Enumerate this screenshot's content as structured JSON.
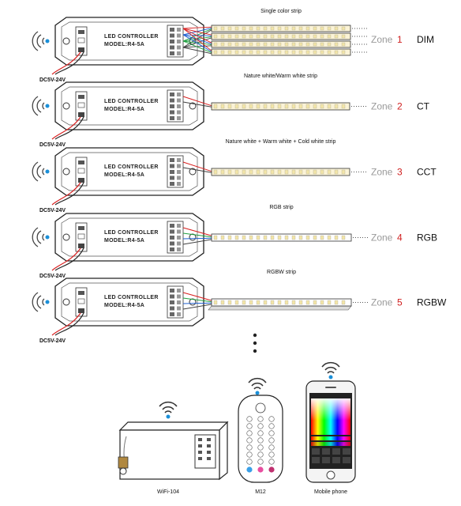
{
  "controller": {
    "line1": "LED CONTROLLER",
    "line2": "MODEL:R4-5A"
  },
  "rows": [
    {
      "strip_label": "Single color strip",
      "zone_word": "Zone",
      "zone_num": "1",
      "mode": "DIM",
      "supply": "DC5V-24V",
      "strip_type": "single",
      "wire_colors": [
        "#d82020",
        "#2060d0",
        "#20a040",
        "#404040"
      ]
    },
    {
      "strip_label": "Nature white/Warm white strip",
      "zone_word": "Zone",
      "zone_num": "2",
      "mode": "CT",
      "supply": "DC5V-24V",
      "strip_type": "ct",
      "wire_colors": [
        "#d82020",
        "#404040"
      ]
    },
    {
      "strip_label": "Nature white + Warm white + Cold white strip",
      "zone_word": "Zone",
      "zone_num": "3",
      "mode": "CCT",
      "supply": "DC5V-24V",
      "strip_type": "cct",
      "wire_colors": [
        "#d82020",
        "#404040"
      ]
    },
    {
      "strip_label": "RGB strip",
      "zone_word": "Zone",
      "zone_num": "4",
      "mode": "RGB",
      "supply": "DC5V-24V",
      "strip_type": "rgb",
      "wire_colors": [
        "#d82020",
        "#20a040",
        "#2060d0",
        "#404040"
      ]
    },
    {
      "strip_label": "RGBW strip",
      "zone_word": "Zone",
      "zone_num": "5",
      "mode": "RGBW",
      "supply": "DC5V-24V",
      "strip_type": "rgbw",
      "wire_colors": [
        "#d82020",
        "#20a040",
        "#2060d0",
        "#404040"
      ]
    }
  ],
  "devices": [
    {
      "label": "WiFi-104",
      "icon": "wifi-controller-icon"
    },
    {
      "label": "M12",
      "icon": "remote-control-icon"
    },
    {
      "label": "Mobile phone",
      "icon": "mobile-phone-icon"
    }
  ],
  "colors": {
    "signal": "#1a8fd8",
    "zone_num": "#d02020",
    "zone_word": "#9a9a9a",
    "outline": "#222222"
  }
}
